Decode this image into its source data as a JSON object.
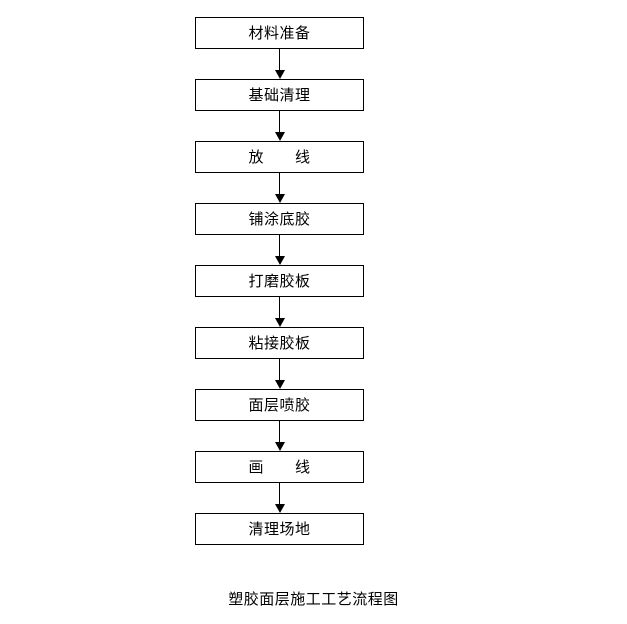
{
  "diagram": {
    "title": "塑胶面层施工工艺流程图",
    "orientation": "vertical",
    "connector_type": "arrow-down",
    "colors": {
      "background": "#ffffff",
      "box_border": "#000000",
      "box_fill": "#ffffff",
      "text": "#000000",
      "arrow": "#000000"
    },
    "nodes": [
      {
        "id": "step-1",
        "label": "材料准备"
      },
      {
        "id": "step-2",
        "label": "基础清理"
      },
      {
        "id": "step-3",
        "label": "放　　线"
      },
      {
        "id": "step-4",
        "label": "铺涂底胶"
      },
      {
        "id": "step-5",
        "label": "打磨胶板"
      },
      {
        "id": "step-6",
        "label": "粘接胶板"
      },
      {
        "id": "step-7",
        "label": "面层喷胶"
      },
      {
        "id": "step-8",
        "label": "画　　线"
      },
      {
        "id": "step-9",
        "label": "清理场地"
      }
    ],
    "arrows": [
      {
        "from": "step-1",
        "to": "step-2"
      },
      {
        "from": "step-2",
        "to": "step-3"
      },
      {
        "from": "step-3",
        "to": "step-4"
      },
      {
        "from": "step-4",
        "to": "step-5"
      },
      {
        "from": "step-5",
        "to": "step-6"
      },
      {
        "from": "step-6",
        "to": "step-7"
      },
      {
        "from": "step-7",
        "to": "step-8"
      },
      {
        "from": "step-8",
        "to": "step-9"
      }
    ]
  }
}
